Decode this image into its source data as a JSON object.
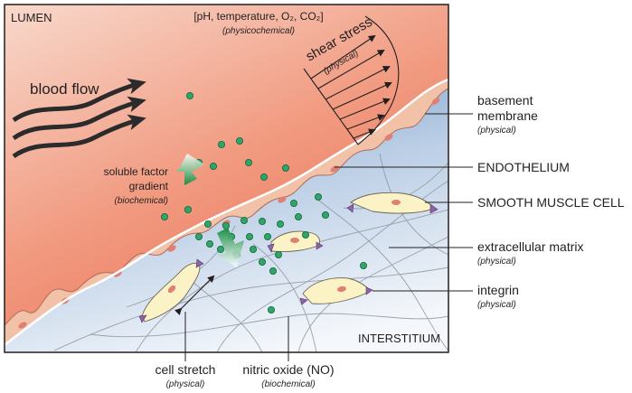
{
  "regions": {
    "lumen": "LUMEN",
    "interstitium": "INTERSTITIUM"
  },
  "cues": {
    "physicochemical_list": "[pH, temperature, O₂, CO₂]",
    "physicochemical_type": "(physicochemical)",
    "shear_stress": "shear stress",
    "shear_stress_type": "(physical)",
    "blood_flow": "blood flow",
    "soluble_factor_line1": "soluble factor",
    "soluble_factor_line2": "gradient",
    "soluble_factor_type": "(biochemical)"
  },
  "labels": {
    "basement_line1": "basement",
    "basement_line2": "membrane",
    "basement_type": "(physical)",
    "endothelium": "ENDOTHELIUM",
    "smooth_muscle": "SMOOTH MUSCLE CELL",
    "ecm": "extracellular matrix",
    "ecm_type": "(physical)",
    "integrin": "integrin",
    "integrin_type": "(physical)",
    "cell_stretch": "cell stretch",
    "cell_stretch_type": "(physical)",
    "nitric_oxide": "nitric oxide (NO)",
    "nitric_oxide_type": "(biochemical)"
  },
  "colors": {
    "lumen_light": "#f8d9cc",
    "lumen_dark": "#ee7e62",
    "tissue_light": "#eef3fa",
    "tissue_dark": "#7fa3cc",
    "endothelial_cell": "#f2c2a8",
    "nucleus": "#e07f72",
    "smooth_muscle": "#fbf2c6",
    "integrin": "#8c64a6",
    "no_molecule": "#2fa56a",
    "gradient_arrow": "#1f9a4c"
  }
}
